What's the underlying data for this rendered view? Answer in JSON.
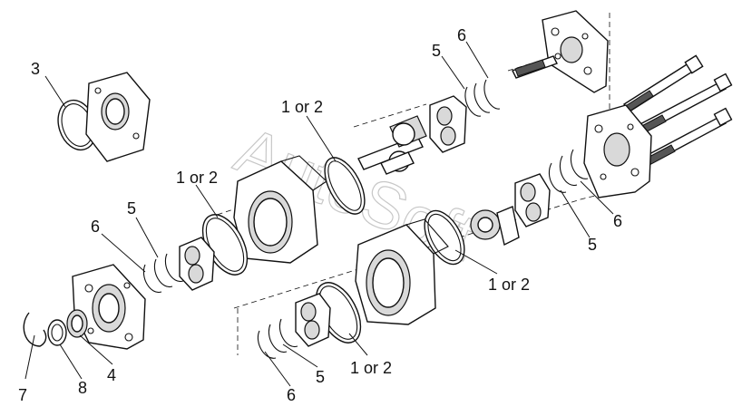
{
  "diagram": {
    "callouts": {
      "c3": "3",
      "c5a": "5",
      "c6a": "6",
      "c1or2_top": "1 or 2",
      "c1or2_left": "1 or 2",
      "c5b": "5",
      "c6b": "6",
      "c6c": "6",
      "c5c": "5",
      "c1or2_right": "1 or 2",
      "c7": "7",
      "c8": "8",
      "c4": "4",
      "c6d": "6",
      "c5d": "5",
      "c1or2_bottom": "1 or 2"
    },
    "watermark": "AutoSoft",
    "colors": {
      "line": "#111111",
      "shade": "#d9d9d9",
      "watermark": "#9a9a9a"
    }
  }
}
